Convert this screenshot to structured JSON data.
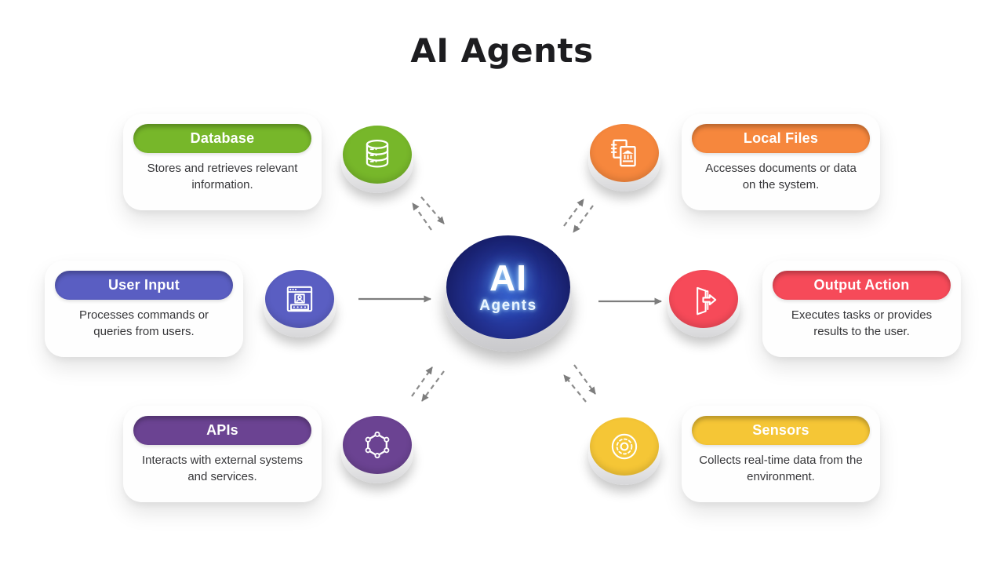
{
  "title": "AI Agents",
  "center": {
    "line1": "AI",
    "line2": "Agents",
    "color": "#1C2670"
  },
  "nodes": [
    {
      "id": "database",
      "title": "Database",
      "description": "Stores and retrieves relevant information.",
      "color": "#77B72A",
      "icon": "database-icon"
    },
    {
      "id": "local-files",
      "title": "Local Files",
      "description": "Accesses documents or data on the system.",
      "color": "#F6873D",
      "icon": "documents-icon"
    },
    {
      "id": "user-input",
      "title": "User Input",
      "description": "Processes commands or queries from users.",
      "color": "#5A5EC2",
      "icon": "browser-user-icon"
    },
    {
      "id": "output-action",
      "title": "Output Action",
      "description": "Executes tasks or provides results to the user.",
      "color": "#F64A59",
      "icon": "door-exit-icon"
    },
    {
      "id": "apis",
      "title": "APIs",
      "description": "Interacts with external systems and services.",
      "color": "#6B4392",
      "icon": "hexagon-network-icon"
    },
    {
      "id": "sensors",
      "title": "Sensors",
      "description": "Collects real-time data from the environment.",
      "color": "#F5C636",
      "icon": "radar-icon"
    }
  ],
  "connections": [
    {
      "from": "user-input",
      "to": "ai-agents",
      "style": "solid-arrow"
    },
    {
      "from": "ai-agents",
      "to": "output-action",
      "style": "solid-arrow"
    },
    {
      "from": "database",
      "to": "ai-agents",
      "style": "dashed-double-arrow"
    },
    {
      "from": "local-files",
      "to": "ai-agents",
      "style": "dashed-double-arrow"
    },
    {
      "from": "apis",
      "to": "ai-agents",
      "style": "dashed-double-arrow"
    },
    {
      "from": "sensors",
      "to": "ai-agents",
      "style": "dashed-double-arrow"
    }
  ],
  "arrow_color": "#7d7d7d"
}
